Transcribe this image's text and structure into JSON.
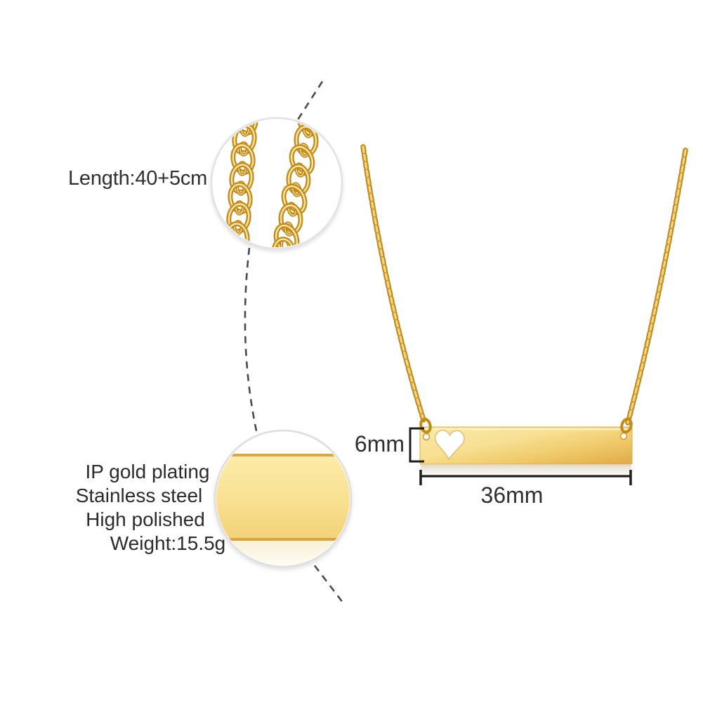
{
  "annotations": {
    "chain_length": "Length:40+5cm",
    "pendant_height": "6mm",
    "pendant_width": "36mm",
    "materials": [
      "IP gold plating",
      "Stainless steel",
      "High polished",
      "Weight:15.5g"
    ]
  },
  "shapes": {
    "pendant_cutout": "heart"
  },
  "colors": {
    "background": "#ffffff",
    "gold_light": "#FBE9A6",
    "gold_mid": "#EFC968",
    "gold_dark": "#C28C1A",
    "gold_edge": "#D9A94E",
    "chain_highlight": "#F6E3A8",
    "annotation_text": "#2f2f2f",
    "dimension_line": "#1e1e1e",
    "dashed_guide": "#4a4a4a",
    "circle_border": "#e2e2e2"
  }
}
